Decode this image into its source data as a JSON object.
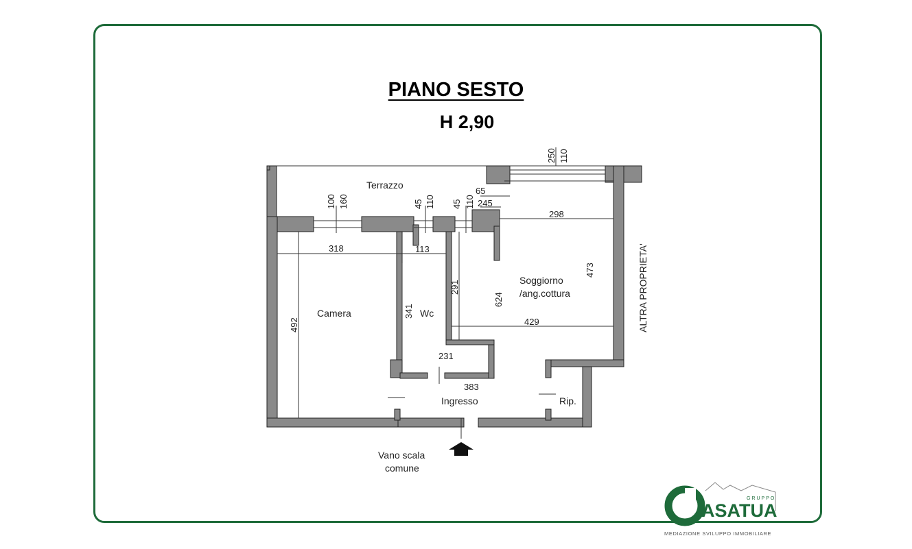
{
  "title": "PIANO SESTO",
  "subtitle": "H 2,90",
  "rooms": {
    "terrazzo": "Terrazzo",
    "camera": "Camera",
    "wc": "Wc",
    "soggiorno_line1": "Soggiorno",
    "soggiorno_line2": "/ang.cottura",
    "ingresso": "Ingresso",
    "ripostiglio": "Rip.",
    "altra_proprieta": "ALTRA PROPRIETA'",
    "vano_scala_line1": "Vano scala",
    "vano_scala_line2": "comune"
  },
  "dimensions": {
    "d250": "250",
    "d110a": "110",
    "d65": "65",
    "d245": "245",
    "d100": "100",
    "d160": "160",
    "d45a": "45",
    "d110b": "110",
    "d45b": "45",
    "d110c": "110",
    "d298": "298",
    "d318": "318",
    "d113": "113",
    "d291": "291",
    "d473": "473",
    "d624": "624",
    "d341": "341",
    "d492": "492",
    "d429": "429",
    "d231": "231",
    "d383": "383"
  },
  "logo": {
    "brand": "ASATUA",
    "group": "GRUPPO",
    "tagline": "MEDIAZIONE SVILUPPO IMMOBILIARE",
    "color": "#1e6b3a"
  }
}
